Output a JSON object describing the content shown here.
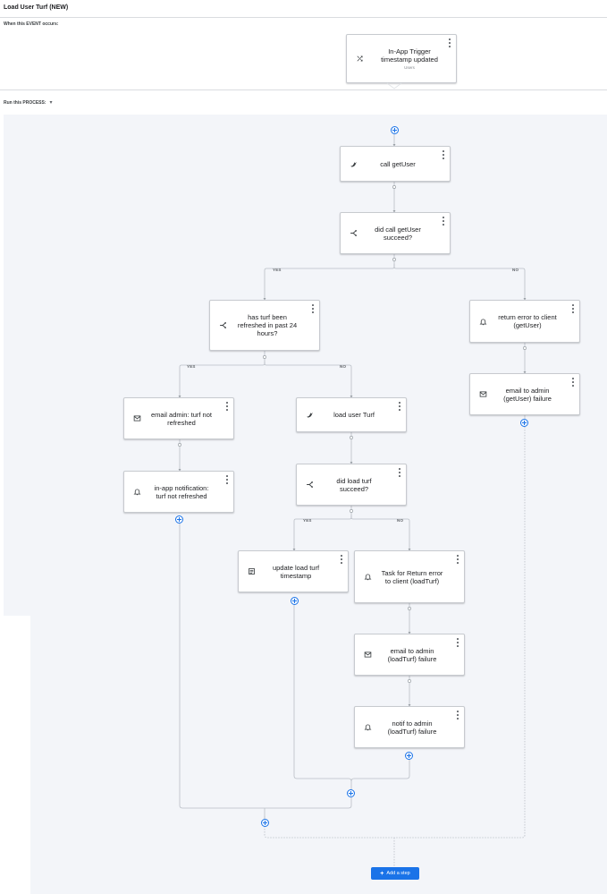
{
  "workflow": {
    "title": "Load User Turf (NEW)"
  },
  "event_section": {
    "label": "When this EVENT occurs:"
  },
  "process_section": {
    "label": "Run this PROCESS:"
  },
  "trigger": {
    "title": "In-App Trigger",
    "subtitle": "timestamp updated",
    "table": "Users",
    "icon": "shuffle-icon"
  },
  "steps": {
    "call_getuser": {
      "label": "call getUser",
      "icon": "webhook-bird-icon"
    },
    "did_call_getuser": {
      "label": "did call getUser succeed?",
      "icon": "branch-icon"
    },
    "has_turf_refreshed": {
      "label": "has turf been refreshed in past 24 hours?",
      "icon": "branch-icon"
    },
    "return_error_getuser": {
      "label": "return error to client (getUser)",
      "icon": "bell-icon"
    },
    "email_admin_getuser": {
      "label": "email to admin (getUser) failure",
      "icon": "mail-icon"
    },
    "email_admin_turf": {
      "label": "email admin: turf not refreshed",
      "icon": "mail-icon"
    },
    "inapp_notif_turf": {
      "label": "in-app notification: turf not refreshed",
      "icon": "bell-icon"
    },
    "load_user_turf": {
      "label": "load user Turf",
      "icon": "webhook-bird-icon"
    },
    "did_load_turf": {
      "label": "did load turf succeed?",
      "icon": "branch-icon"
    },
    "update_load_turf": {
      "label": "update load turf timestamp",
      "icon": "table-icon"
    },
    "task_return_error": {
      "label": "Task for Return error to client (loadTurf)",
      "icon": "bell-icon"
    },
    "email_admin_loadturf": {
      "label": "email to admin (loadTurf) failure",
      "icon": "mail-icon"
    },
    "notif_admin_loadturf": {
      "label": "notif to admin (loadTurf) failure",
      "icon": "bell-icon"
    }
  },
  "branches": {
    "yes": "YES",
    "no": "NO"
  },
  "actions": {
    "add_step": "Add a step"
  },
  "colors": {
    "accent": "#1a73e8",
    "canvas": "#f3f5f9",
    "wire": "#b9bec6"
  }
}
